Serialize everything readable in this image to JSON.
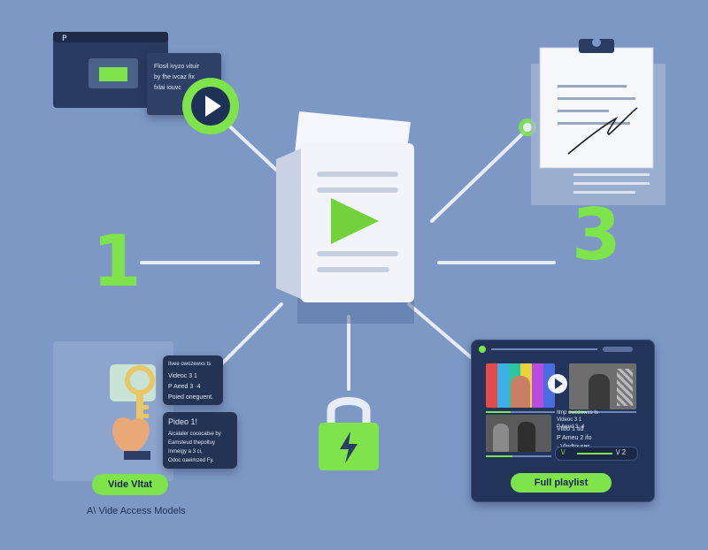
{
  "steps": {
    "one": "1",
    "three": "3"
  },
  "top_left_card": {
    "note_lines": [
      "Flosil ivyzo vituir",
      "by fhe ivcaz fix",
      "fxlai iouvc"
    ]
  },
  "left_cards": {
    "card1_lines": [
      "Ilvee owozewxs ts",
      "Videoc 3 1",
      "P Aeed 3 ·4",
      "Poied oneguent."
    ],
    "card2_title": "Pideo 1!",
    "card2_lines": [
      "Aicalaler cocecatse by",
      "Eamsteud thepoltuy",
      "Inmeigy a 3 ci,",
      "Odoc oaeimzed Fy."
    ],
    "pill_label": "Vide Vltat"
  },
  "bottom_left_caption": "A\\ Vide Access Models",
  "playlist": {
    "info1_lines": [
      "Ilmp owozewxs ts",
      "Videoc 3 1",
      "P Aeed 3 ·4"
    ],
    "info2_lines": [
      "Vlitlo 1 tid",
      "P Ameu 2 ifo",
      "· Vlndtoures"
    ],
    "controls_left": "\\/",
    "controls_right": "\\/ 2",
    "button_label": "Full playlist"
  },
  "icons": {
    "center": "document-play-icon",
    "top_left": "video-player-icon",
    "play_badge": "play-circle-icon",
    "top_right": "signed-contract-icon",
    "bottom_center": "padlock-icon",
    "keys": "key-icon"
  },
  "colors": {
    "background": "#7d98c4",
    "accent": "#7fe34c",
    "dark_panel": "#233353"
  }
}
